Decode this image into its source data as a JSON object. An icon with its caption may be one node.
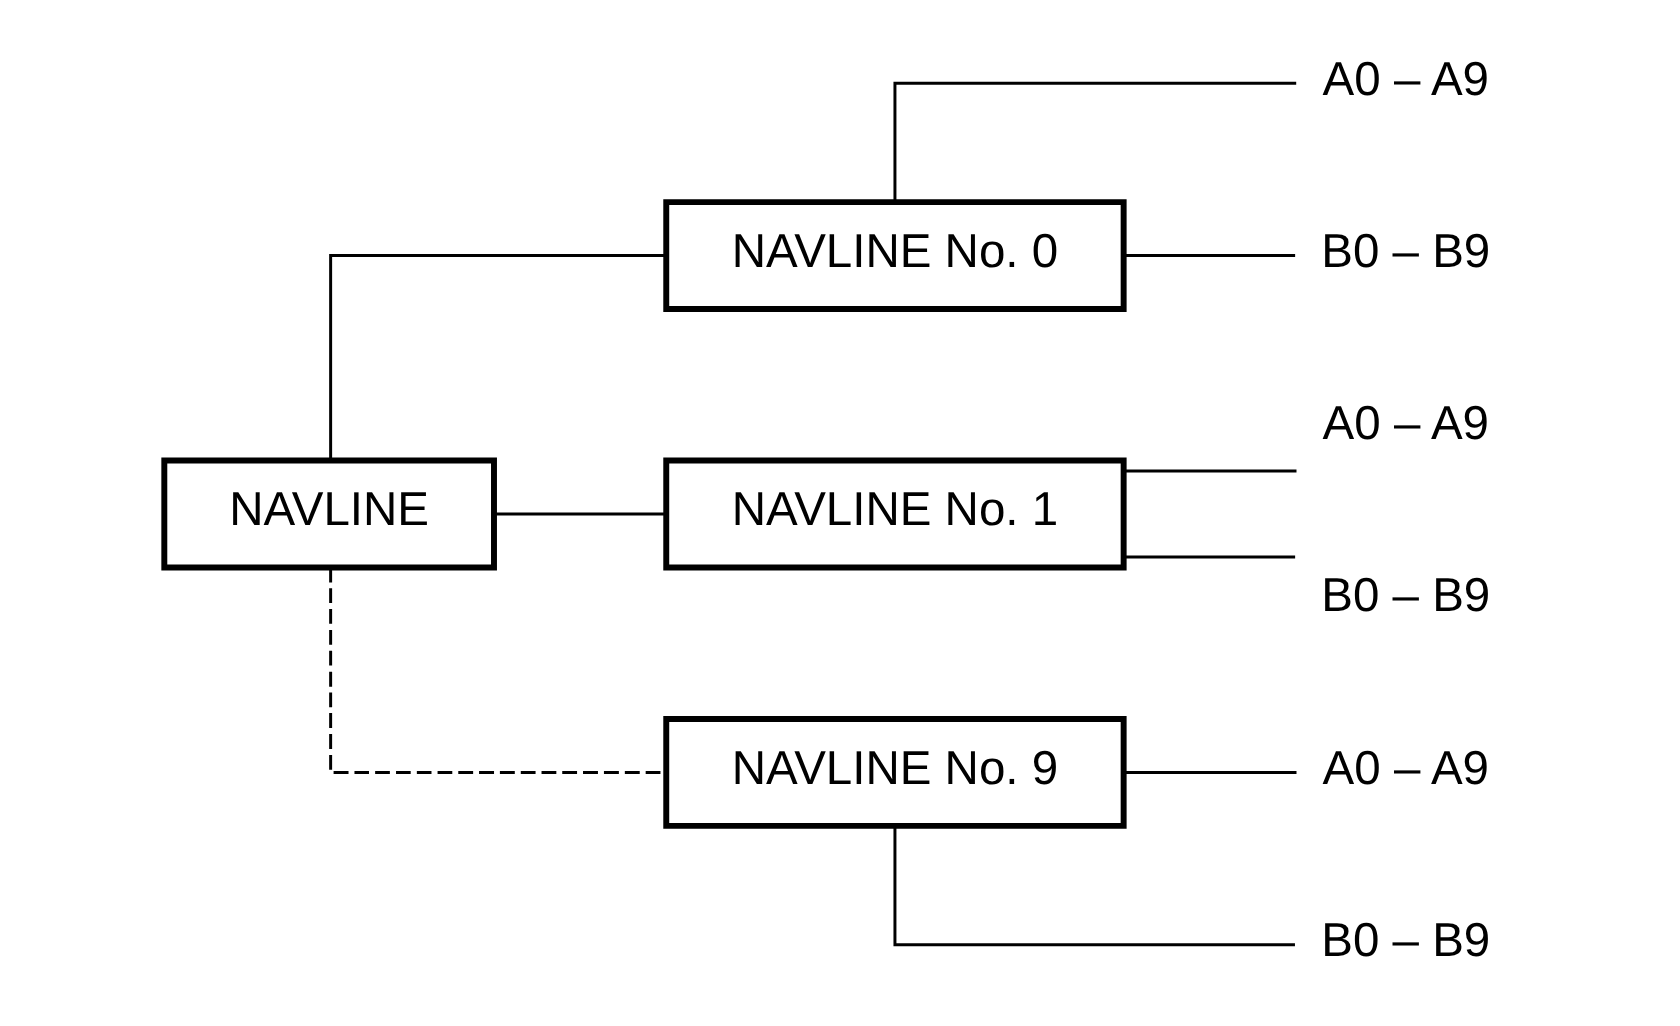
{
  "diagram": {
    "nodes": [
      {
        "text": [
          "NAVLINE"
        ]
      },
      {
        "text": [
          "NAVLINE No. 0"
        ]
      },
      {
        "text": [
          "NAVLINE No. 1"
        ]
      },
      {
        "text": [
          "NAVLINE No. 9"
        ]
      },
      {
        "text": [
          "A0 – A9"
        ]
      },
      {
        "text": [
          "B0 – B9"
        ]
      },
      {
        "text": [
          "A0 – A9"
        ]
      },
      {
        "text": [
          "B0 – B9"
        ]
      },
      {
        "text": [
          "A0 – A9"
        ]
      },
      {
        "text": [
          "B0 – B9"
        ]
      }
    ],
    "edges": [
      {
        "from": 0,
        "to": 1,
        "arrow": "none"
      },
      {
        "from": 0,
        "to": 2,
        "arrow": "none"
      },
      {
        "from": 0,
        "to": 3,
        "arrow": "none",
        "style": "dashed"
      },
      {
        "from": 1,
        "to": 4,
        "arrow": "none"
      },
      {
        "from": 1,
        "to": 5,
        "arrow": "none"
      },
      {
        "from": 2,
        "to": 6,
        "arrow": "none"
      },
      {
        "from": 2,
        "to": 7,
        "arrow": "none"
      },
      {
        "from": 3,
        "to": 8,
        "arrow": "none"
      },
      {
        "from": 3,
        "to": 9,
        "arrow": "none"
      }
    ]
  }
}
